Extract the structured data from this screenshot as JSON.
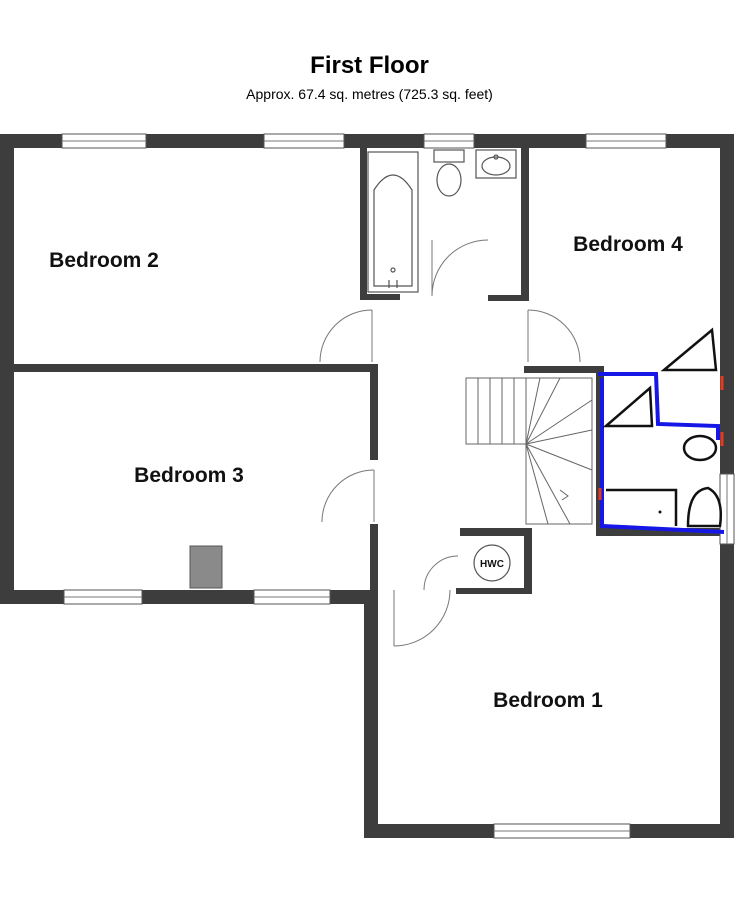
{
  "plan": {
    "title": "First Floor",
    "area_text": "Approx. 67.4 sq. metres (725.3 sq. feet)"
  },
  "rooms": {
    "bedroom_1": "Bedroom 1",
    "bedroom_2": "Bedroom 2",
    "bedroom_3": "Bedroom 3",
    "bedroom_4": "Bedroom 4",
    "hwc": "HWC"
  },
  "colors": {
    "wall": "#3d3d3d",
    "annotation_blue": "#1616e6",
    "annotation_red": "#e63a1e",
    "chimney": "#8a8a8a"
  }
}
